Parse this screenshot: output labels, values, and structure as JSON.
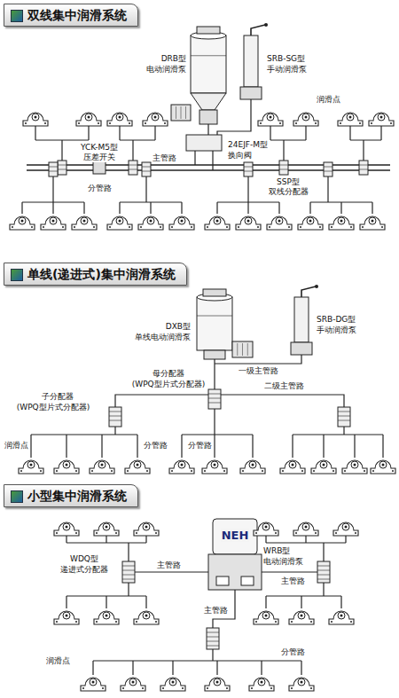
{
  "diagram": {
    "nodes": [
      {
        "text": [
          "双线集中润滑系统"
        ]
      },
      {
        "text": [
          "单线(递进式)集中润滑系统"
        ]
      },
      {
        "text": [
          "小型集中润滑系统"
        ]
      }
    ],
    "labels": [
      "DRB型",
      "电动润滑泵",
      "SRB-SG型",
      "手动润滑泵",
      "润滑点",
      "YCK-M5型",
      "压差开关",
      "主管路",
      "24EJF-M型",
      "换向阀",
      "SSP型",
      "双线分配器",
      "分管路",
      "DXB型",
      "单线电动润滑泵",
      "SRB-DG型",
      "手动润滑泵",
      "一级主管路",
      "母分配器",
      "(WPQ型片式分配器)",
      "子分配器",
      "(WPQ型片式分配器)",
      "二级主管路",
      "润滑点",
      "分管路",
      "分管路",
      "NEH",
      "WDQ型",
      "递进式分配器",
      "主管路",
      "WRB型",
      "电动润滑泵",
      "主管路",
      "主管路",
      "润滑点",
      "分管路"
    ]
  }
}
